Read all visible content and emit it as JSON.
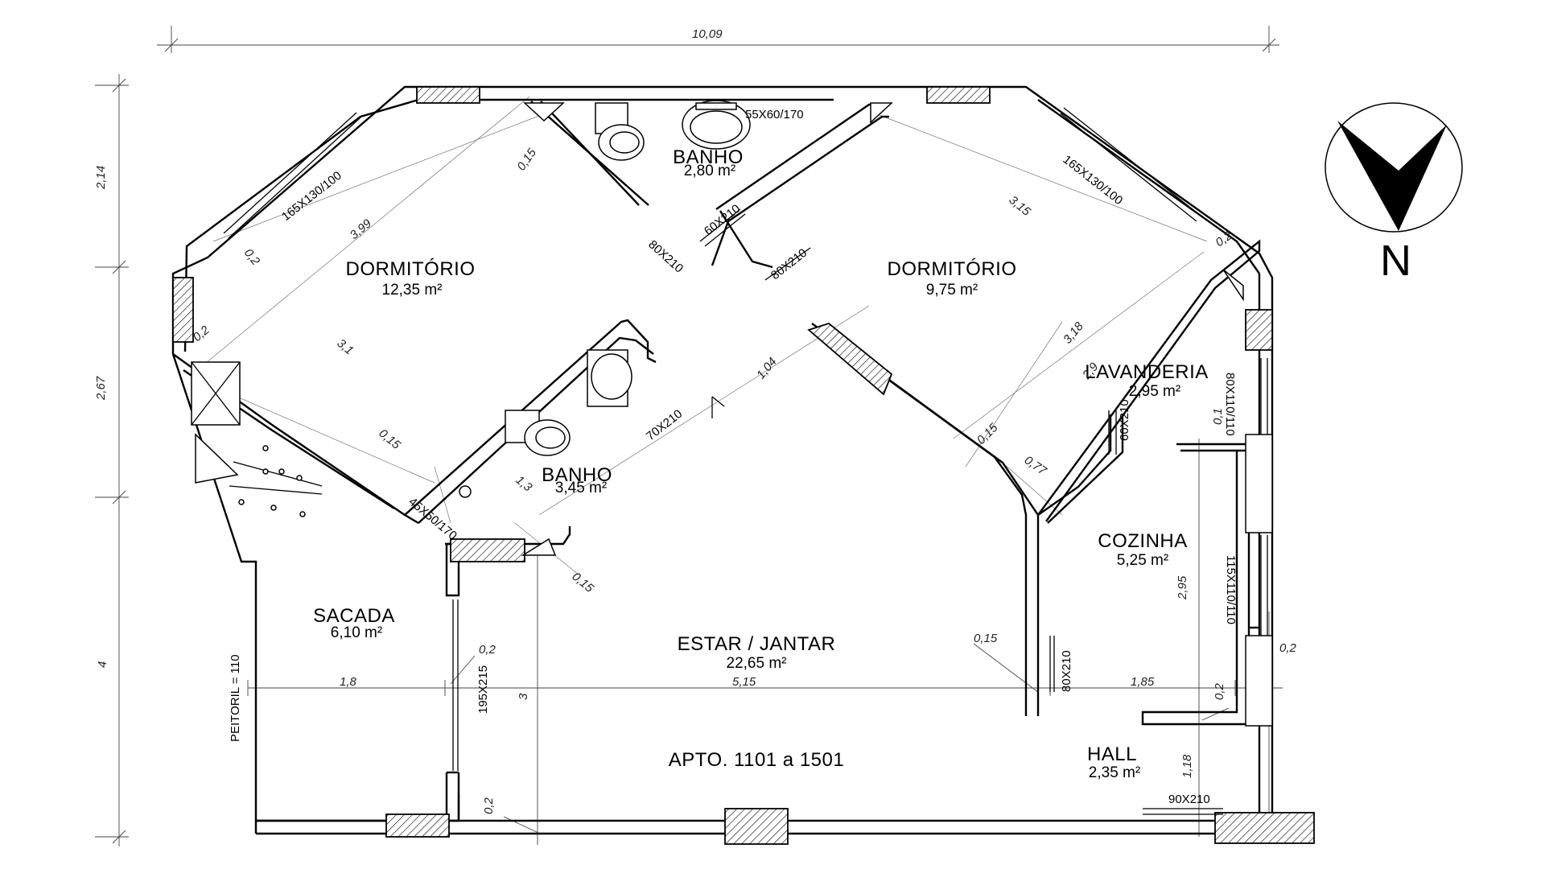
{
  "overall": {
    "width": "10,09",
    "apartment": "APTO. 1101 a 1501"
  },
  "north_label": "N",
  "rooms": [
    {
      "name": "DORMITÓRIO",
      "area": "12,35 m²"
    },
    {
      "name": "BANHO",
      "area": "2,80 m²"
    },
    {
      "name": "DORMITÓRIO",
      "area": "9,75 m²"
    },
    {
      "name": "LAVANDERIA",
      "area": "2,95 m²"
    },
    {
      "name": "BANHO",
      "area": "3,45 m²"
    },
    {
      "name": "COZINHA",
      "area": "5,25 m²"
    },
    {
      "name": "SACADA",
      "area": "6,10 m²"
    },
    {
      "name": "ESTAR / JANTAR",
      "area": "22,65 m²"
    },
    {
      "name": "HALL",
      "area": "2,35 m²"
    }
  ],
  "openings": [
    "55X60/170",
    "165X130/100",
    "165X130/100",
    "60X210",
    "80X210",
    "80X210",
    "80X110/110",
    "60X210",
    "70X210",
    "45X50/170",
    "115X110/110",
    "80X210",
    "195X215",
    "90X210",
    "PEITORIL = 110"
  ],
  "left_dims": [
    "2,14",
    "2,67",
    "4"
  ],
  "dims": [
    "0,15",
    "0,2",
    "3,99",
    "3,1",
    "0,2",
    "0,15",
    "1,3",
    "1,04",
    "3,15",
    "0,2",
    "3,18",
    "2,9",
    "0,15",
    "0,77",
    "0,1",
    "2,95",
    "0,15",
    "0,2",
    "0,15",
    "0,2",
    "0,2",
    "1,8",
    "3",
    "5,15",
    "1,85",
    "1,18",
    "0,2"
  ]
}
